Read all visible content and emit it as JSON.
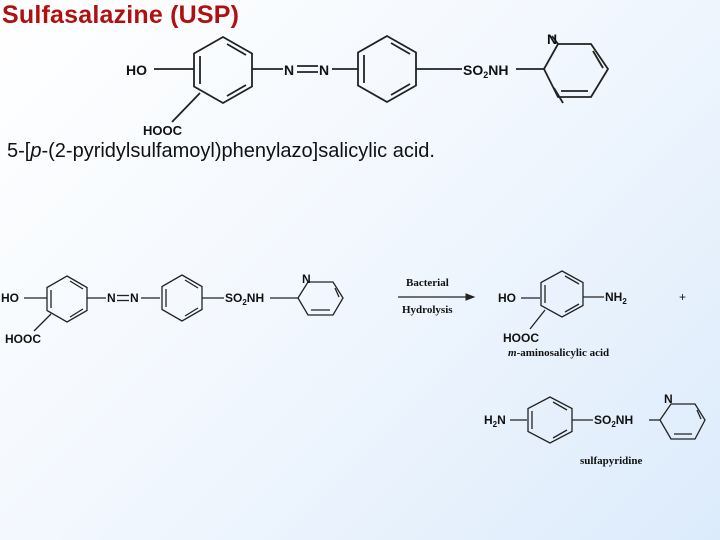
{
  "title": "Sulfasalazine (USP)",
  "chemical_name": {
    "prefix": "5-[",
    "italic": "p",
    "suffix": "-(2-pyridylsulfamoyl)phenylazo]salicylic acid."
  },
  "structure_top": {
    "ho": "HO",
    "hooc": "HOOC",
    "n_left": "N",
    "n_right": "N",
    "so2": "SO",
    "sub2": "2",
    "nh": "NH",
    "pyridine_n": "N"
  },
  "reaction": {
    "reactant": {
      "ho": "HO",
      "hooc": "HOOC",
      "n_left": "N",
      "n_right": "N",
      "so2": "SO",
      "sub2": "2",
      "nh": "NH",
      "pyridine_n": "N"
    },
    "arrow_top": "Bacterial",
    "arrow_bottom": "Hydrolysis",
    "product1": {
      "ho": "HO",
      "nh": "NH",
      "sub2": "2",
      "hooc": "HOOC",
      "name_italic": "m",
      "name_rest": "-aminosalicylic acid"
    },
    "plus": "+",
    "product2": {
      "h": "H",
      "sub2": "2",
      "n": "N",
      "so2": "SO",
      "nh": "NH",
      "pyridine_n": "N",
      "name": "sulfapyridine"
    }
  }
}
